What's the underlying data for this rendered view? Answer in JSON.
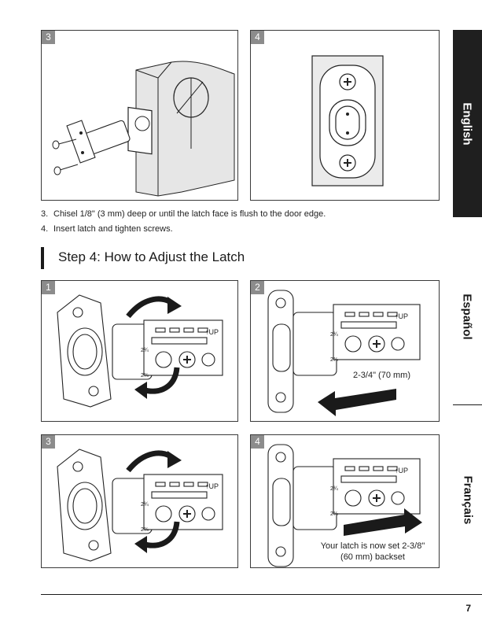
{
  "top_panels": [
    {
      "badge": "3"
    },
    {
      "badge": "4"
    }
  ],
  "instructions": [
    {
      "num": "3.",
      "text": "Chisel 1/8\" (3 mm) deep or until the latch face is flush to the door edge."
    },
    {
      "num": "4.",
      "text": "Insert latch and tighten screws."
    }
  ],
  "step_title": "Step 4: How to Adjust the Latch",
  "adjust_panels": [
    {
      "badge": "1",
      "caption": ""
    },
    {
      "badge": "2",
      "caption": "2-3/4\" (70 mm)"
    },
    {
      "badge": "3",
      "caption": ""
    },
    {
      "badge": "4",
      "caption_line1": "Your latch is now set 2-3/8\"",
      "caption_line2": "(60 mm) backset"
    }
  ],
  "latch_marks": {
    "up_label": "↑UP",
    "size_a": "2⅜",
    "size_b": "2¾"
  },
  "side_tabs": [
    {
      "label": "English",
      "active": true
    },
    {
      "label": "Español",
      "active": false
    },
    {
      "label": "Français",
      "active": false
    }
  ],
  "page_number": "7",
  "colors": {
    "badge": "#8c8c8c",
    "active_tab": "#1f1f1f",
    "arrow": "#1a1a1a"
  }
}
